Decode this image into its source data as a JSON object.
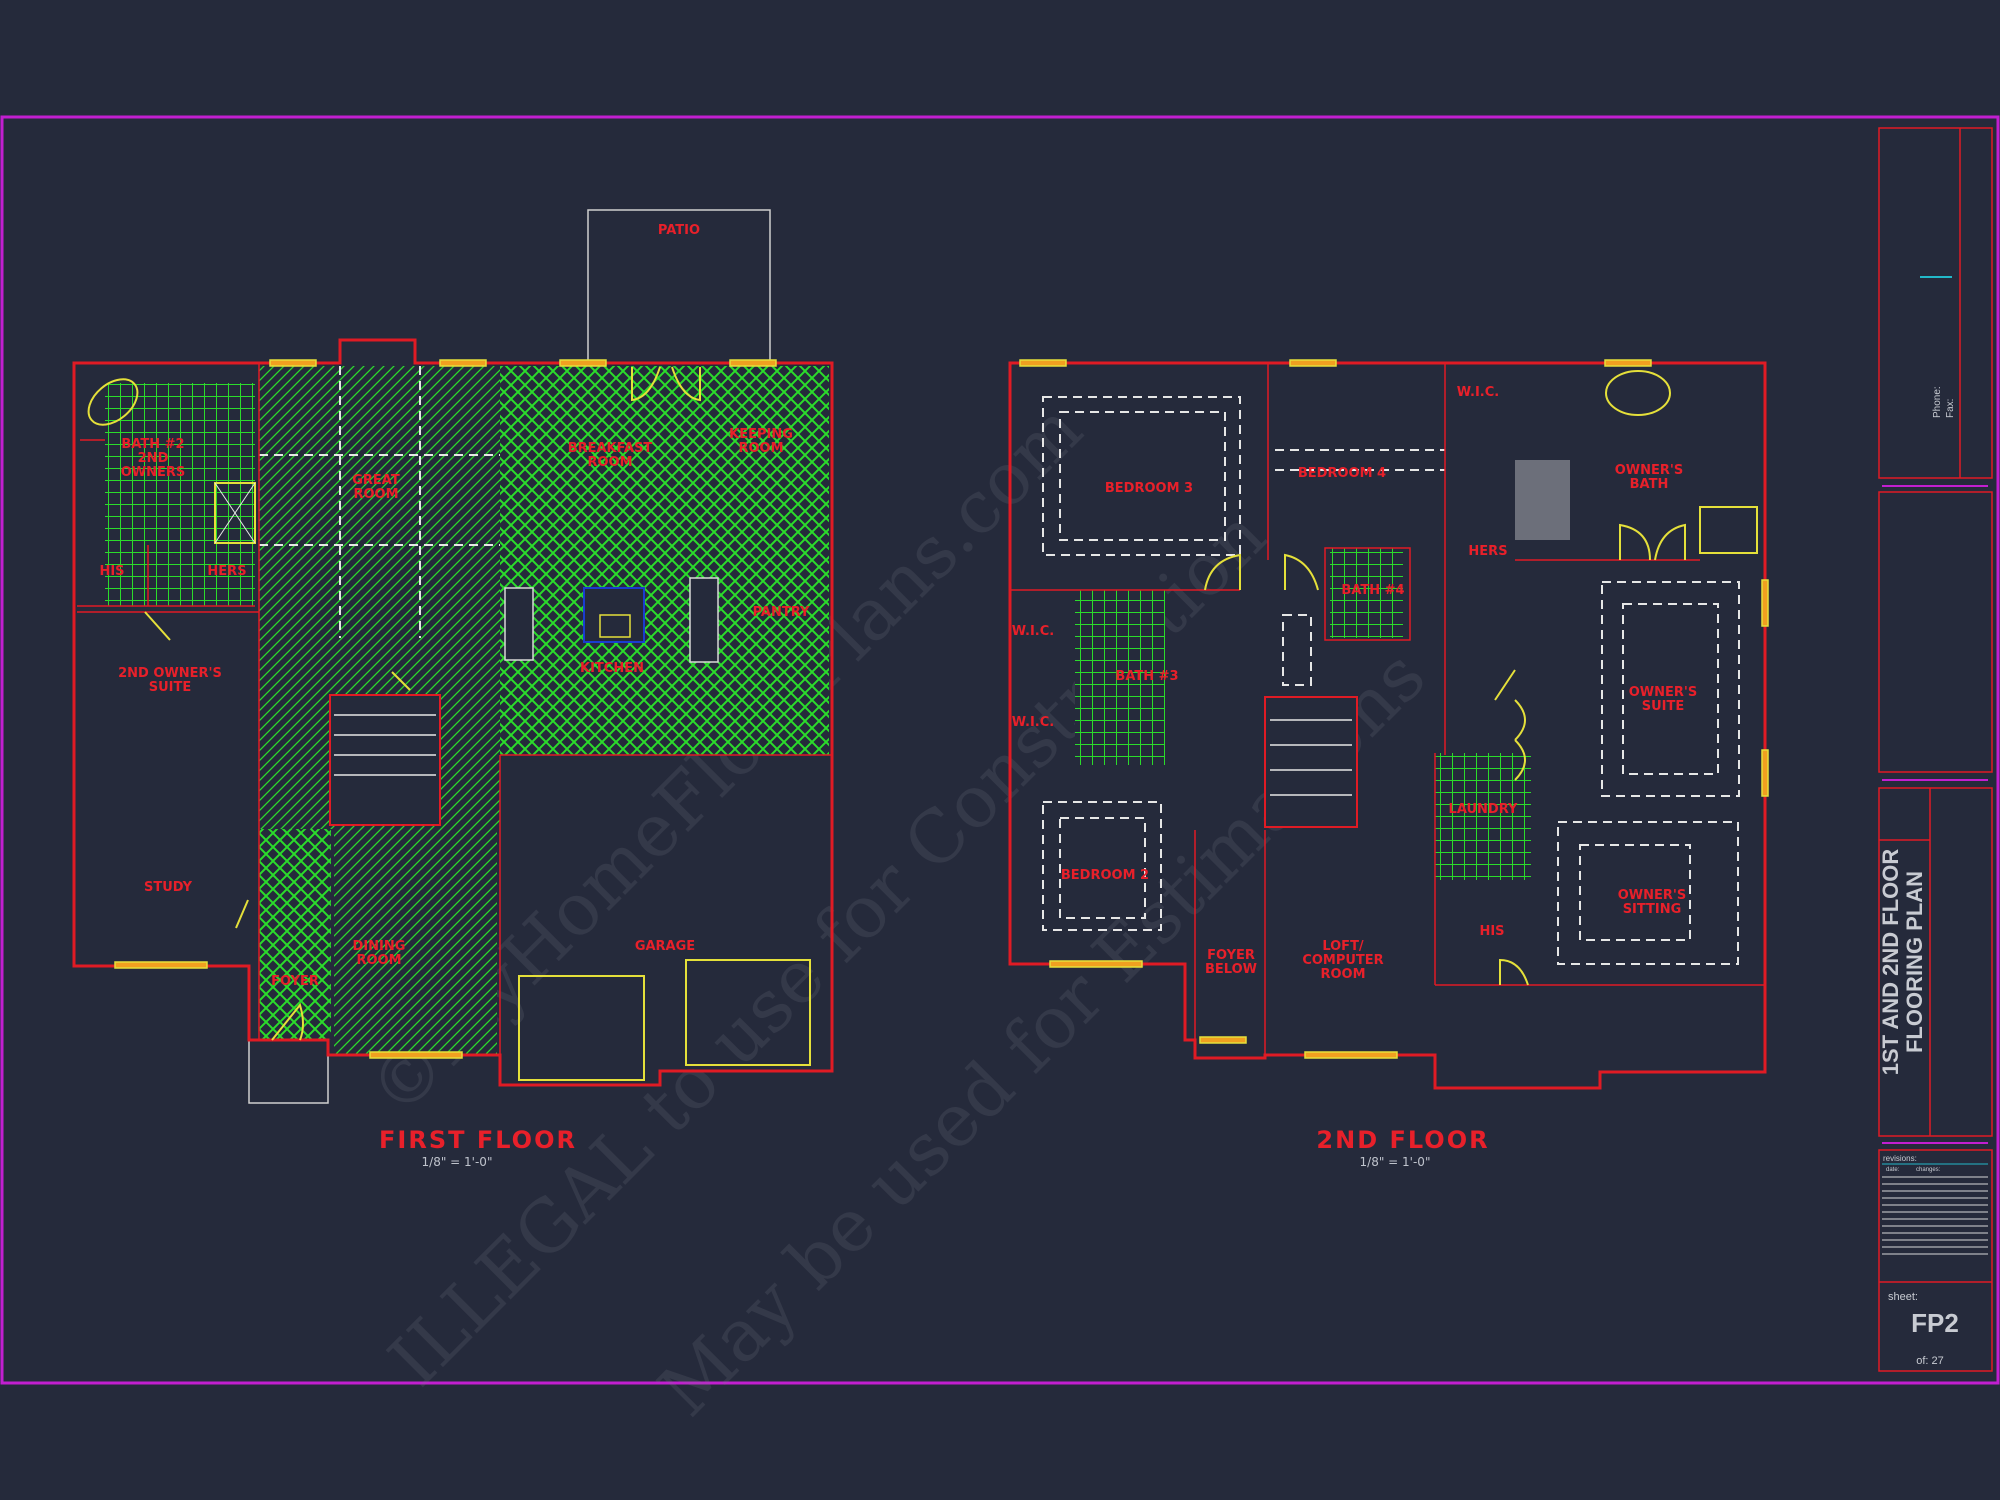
{
  "colors": {
    "background": "#252a3b",
    "walls": "#e01b24",
    "sheet_border": "#c21fd0",
    "floor_hatch": "#2bdc2b",
    "doors": "#e5e03a",
    "labels": "#e8202a"
  },
  "watermark": [
    "©MyHomeFloorPlans.com",
    "ILLEGAL to use for Construction",
    "May be used for Estimations"
  ],
  "first_floor": {
    "title": "FIRST FLOOR",
    "scale": "1/8\" = 1'-0\"",
    "rooms": {
      "patio": "PATIO",
      "bath2_1": "BATH #2",
      "bath2_2": "2ND",
      "bath2_3": "OWNERS",
      "great_1": "GREAT",
      "great_2": "ROOM",
      "breakfast_1": "BREAKFAST",
      "breakfast_2": "ROOM",
      "keeping_1": "KEEPING",
      "keeping_2": "ROOM",
      "kitchen": "KITCHEN",
      "pantry": "PANTRY",
      "his": "HIS",
      "hers": "HERS",
      "suite_1": "2ND OWNER'S",
      "suite_2": "SUITE",
      "study": "STUDY",
      "dining_1": "DINING",
      "dining_2": "ROOM",
      "foyer": "FOYER",
      "garage": "GARAGE"
    }
  },
  "second_floor": {
    "title": "2ND FLOOR",
    "scale": "1/8\" = 1'-0\"",
    "rooms": {
      "bed3": "BEDROOM 3",
      "bed4": "BEDROOM 4",
      "wic_top": "W.I.C.",
      "owners_bath_1": "OWNER'S",
      "owners_bath_2": "BATH",
      "hers": "HERS",
      "bath_upper": "BATH #4",
      "bath_left": "BATH #3",
      "wic_1": "W.I.C.",
      "wic_2": "W.I.C.",
      "owners_suite_1": "OWNER'S",
      "owners_suite_2": "SUITE",
      "laundry": "LAUNDRY",
      "his": "HIS",
      "owners_sitting_1": "OWNER'S",
      "owners_sitting_2": "SITTING",
      "bed2": "BEDROOM 2",
      "foyer_1": "FOYER",
      "foyer_2": "BELOW",
      "loft_1": "LOFT/",
      "loft_2": "COMPUTER",
      "loft_3": "ROOM"
    }
  },
  "title_block": {
    "phone": "Phone:",
    "fax": "Fax:",
    "title_line1": "1ST AND 2ND FLOOR",
    "title_line2": "FLOORING PLAN",
    "revisions": "revisions:",
    "date": "date:",
    "changes": "changes:",
    "sheet_label": "sheet:",
    "sheet": "FP2",
    "of": "of: 27"
  }
}
